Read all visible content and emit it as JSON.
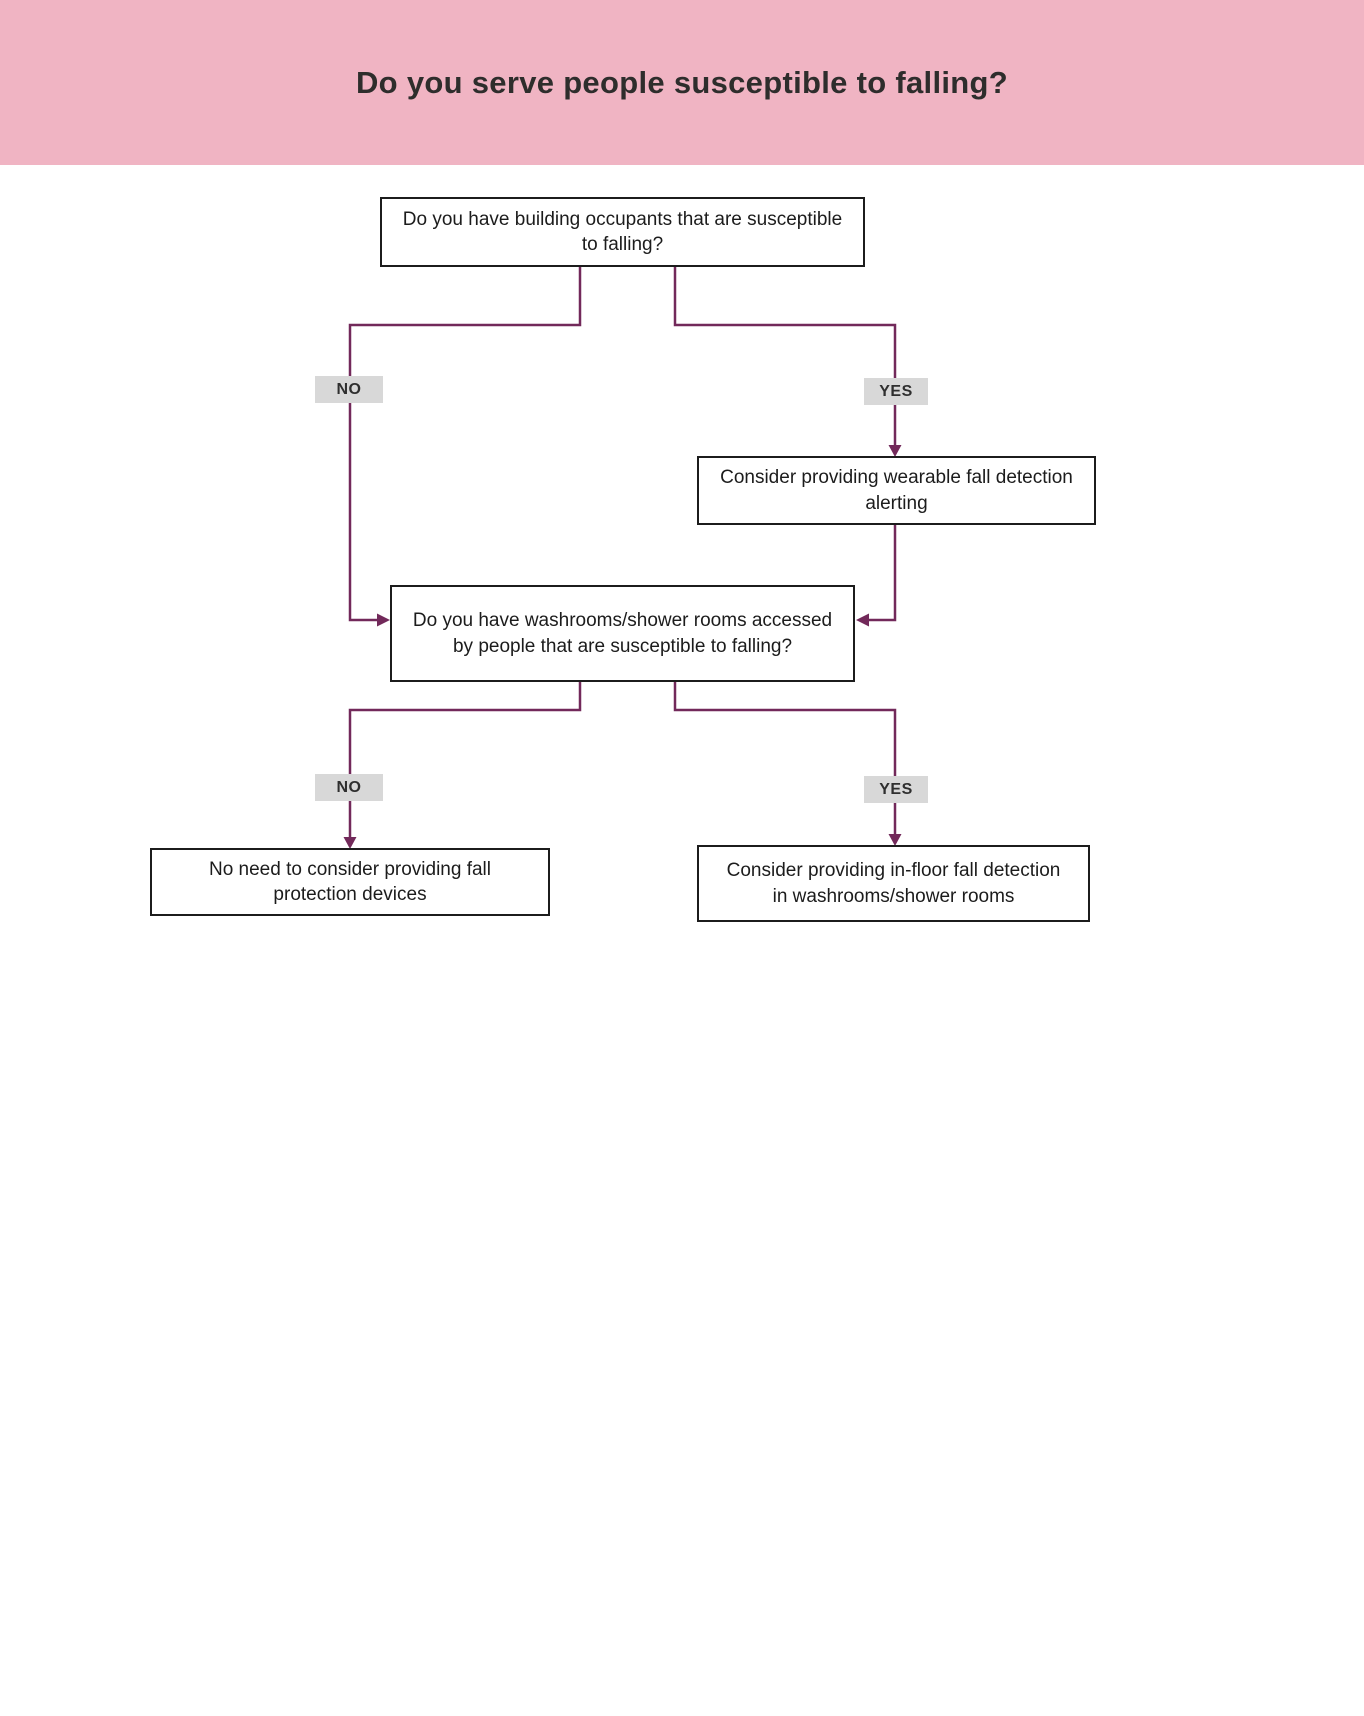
{
  "header": {
    "title": "Do you serve people susceptible to falling?"
  },
  "flowchart": {
    "nodes": {
      "q1": {
        "text": "Do you have building occupants that are susceptible to falling?"
      },
      "wearable": {
        "text": "Consider providing wearable fall detection alerting"
      },
      "q2": {
        "text": "Do you have washrooms/shower rooms accessed by people that are susceptible to falling?"
      },
      "no_need": {
        "text": "No need to consider providing fall protection devices"
      },
      "in_floor": {
        "text": "Consider providing in-floor fall detection in washrooms/shower rooms"
      }
    },
    "labels": {
      "no1": "NO",
      "yes1": "YES",
      "no2": "NO",
      "yes2": "YES"
    },
    "colors": {
      "header_bg": "#f0b4c3",
      "connector": "#72295a",
      "badge_bg": "#d8d8d8",
      "box_border": "#1c1c1c"
    }
  }
}
